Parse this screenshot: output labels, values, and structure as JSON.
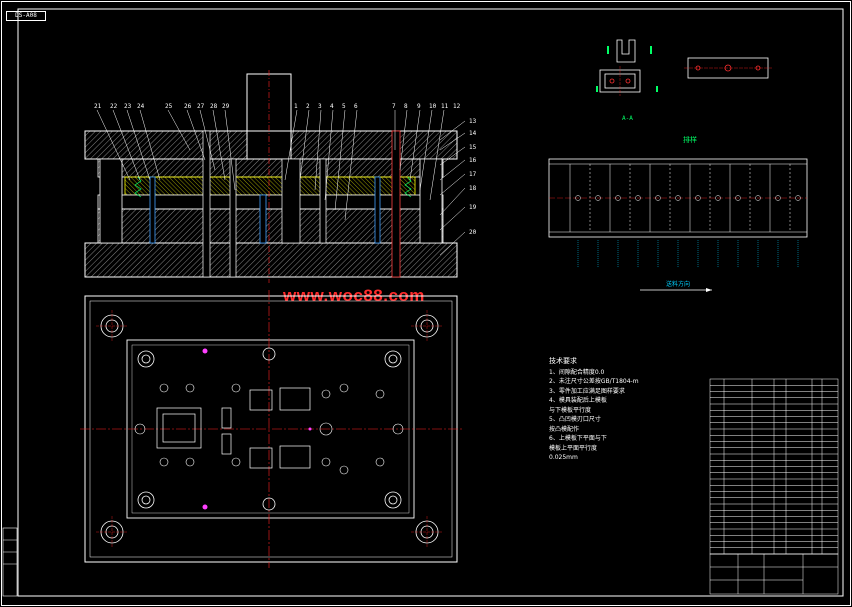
{
  "drawing_code": "DS-A08",
  "watermark": "www.woc88.com",
  "section_labels": {
    "detail_a": "A-A",
    "strip_layout": "排样",
    "feed_direction": "送料方向"
  },
  "part_numbers_top": [
    "21",
    "22",
    "23",
    "24",
    "25",
    "26",
    "27",
    "28",
    "29",
    "1",
    "2",
    "3",
    "4",
    "5",
    "6",
    "7",
    "8",
    "9",
    "10",
    "11",
    "12"
  ],
  "part_numbers_right": [
    "13",
    "14",
    "15",
    "16",
    "17",
    "18",
    "19",
    "20"
  ],
  "tech_requirements": {
    "title": "技术要求",
    "items": [
      "1、间隙配合精度0.0",
      "2、未注尺寸公差按GB/T1804-m",
      "3、零件加工应满足图样要求",
      "4、模具装配后上模板",
      "与下模板平行度",
      "5、凸凹模刃口尺寸",
      "按凸模配作",
      "6、上模板下平面与下",
      "模板上平面平行度",
      "0.025mm"
    ]
  },
  "colors": {
    "frame": "#ffffff",
    "centerline": "#ff2020",
    "geometry": "#ffffff",
    "hatch": "#ffffff",
    "hole": "#ff3030",
    "dim": "#00d0ff",
    "pin": "#ff40ff",
    "title_block": "#ffffff",
    "yellow_part": "#ffff00",
    "green_part": "#00ff66",
    "blue_part": "#4060ff"
  }
}
